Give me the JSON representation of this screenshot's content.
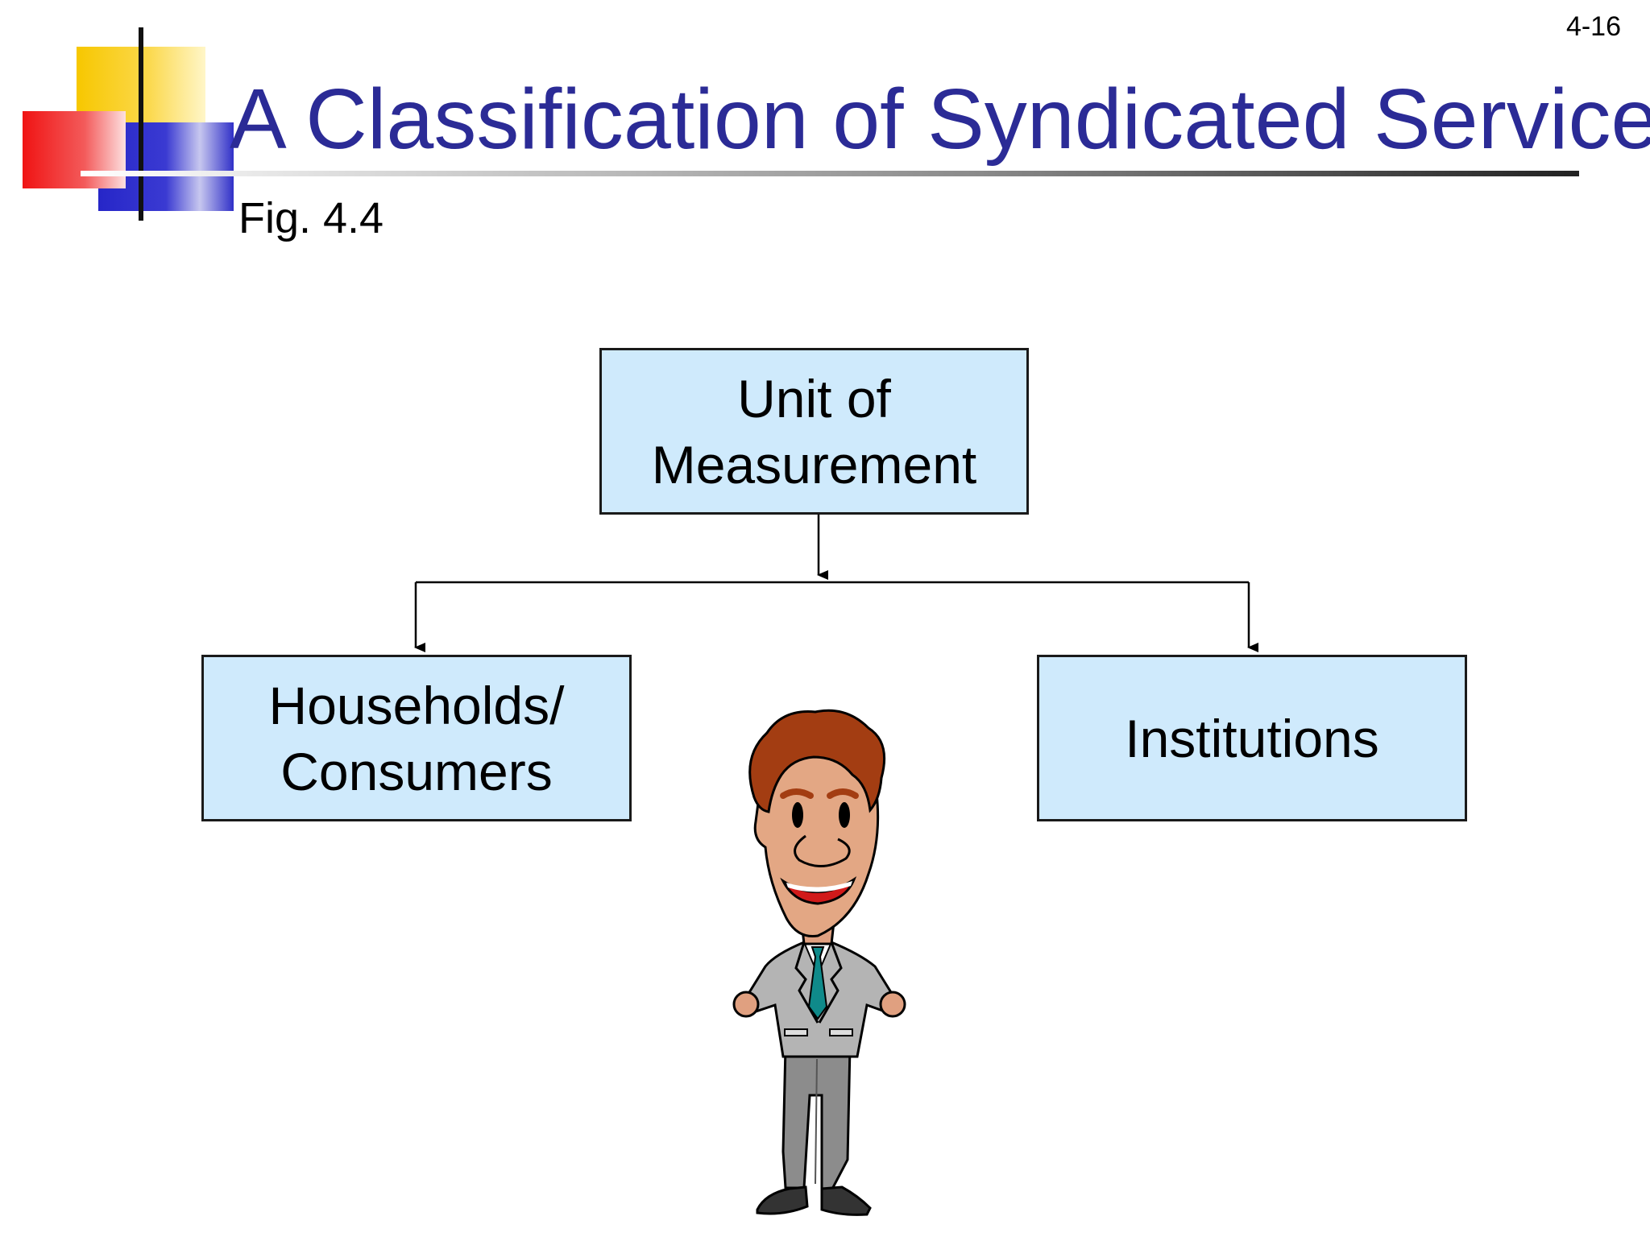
{
  "slide": {
    "number": "4-16",
    "title": "A Classification of Syndicated Services",
    "figure_label": "Fig. 4.4"
  },
  "diagram": {
    "root": {
      "label": "Unit of\nMeasurement"
    },
    "children": [
      {
        "label": "Households/\nConsumers"
      },
      {
        "label": "Institutions"
      }
    ]
  },
  "colors": {
    "title": "#2b2b96",
    "node_fill": "#cfeafc",
    "node_border": "#1a1a1a"
  },
  "icons": {
    "logo": "overlapping-squares-logo",
    "character": "businessman-clipart"
  }
}
